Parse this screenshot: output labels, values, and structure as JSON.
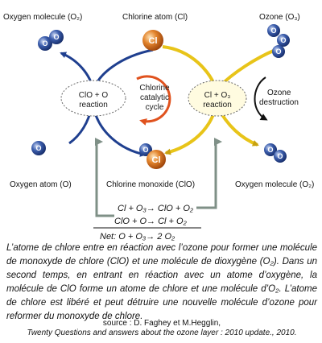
{
  "diagram": {
    "labels": {
      "oxygen_molecule_top": "Oxygen molecule (O₂)",
      "chlorine_atom": "Chlorine atom (Cl)",
      "ozone": "Ozone (O₃)",
      "oxygen_atom": "Oxygen atom (O)",
      "chlorine_monoxide": "Chlorine monoxide (ClO)",
      "oxygen_molecule_bottom": "Oxygen molecule (O₂)",
      "ozone_destruction_line1": "Ozone",
      "ozone_destruction_line2": "destruction"
    },
    "reactions": {
      "left_line1": "ClO + O",
      "left_line2": "reaction",
      "right_line1": "Cl + O₃",
      "right_line2": "reaction"
    },
    "center": {
      "line1": "Chlorine",
      "line2": "catalytic",
      "line3": "cycle"
    },
    "atoms": {
      "chlorine_symbol": "Cl",
      "oxygen_symbol": "O"
    },
    "equations": {
      "eq1": "Cl + O₃→   ClO + O₂",
      "eq2": "ClO + O→   Cl + O₂",
      "net": "Net: O + O₃→   2 O₂"
    },
    "colors": {
      "left_loop": "#1f3f8f",
      "right_loop": "#e8c419",
      "center_arrow": "#e0521e",
      "oxygen_atom": "#2f4f9a",
      "chlorine_atom": "#d9731f",
      "gray_arrow": "#7f9087"
    }
  },
  "caption": {
    "text": "L’atome de chlore entre en réaction avec l’ozone pour former une molécule de monoxyde de chlore (ClO) et une molécule de dioxygène (O₂). Dans un second temps, en entrant en réaction avec un atome d’oxygène, la molécule de ClO forme un atome de chlore et une molécule d’O₂. L’atome de chlore est libéré et peut détruire une nouvelle molécule d’ozone pour reformer du monoxyde de chlore."
  },
  "source": {
    "line1": "source : D. Faghey et M.Hegglin,",
    "line2": "Twenty Questions and answers about the ozone layer : 2010 update., 2010."
  }
}
